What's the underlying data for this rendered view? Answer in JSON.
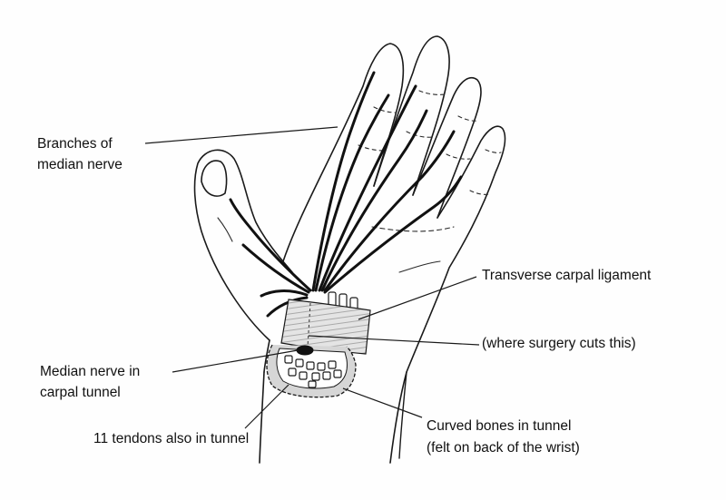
{
  "labels": {
    "branches": [
      "Branches of",
      "median nerve"
    ],
    "transverse_ligament": "Transverse carpal ligament",
    "surgery_note": "(where surgery cuts this)",
    "median_nerve_tunnel": [
      "Median nerve in",
      "carpal tunnel"
    ],
    "tendons": "11 tendons also in tunnel",
    "curved_bones": [
      "Curved bones in tunnel",
      "(felt on back of the wrist)"
    ]
  },
  "colors": {
    "ink": "#1a1a1a",
    "nerve": "#111111",
    "ligament": "#dcdcdc",
    "bone": "#d6d6d6",
    "paper": "#fefefe"
  }
}
